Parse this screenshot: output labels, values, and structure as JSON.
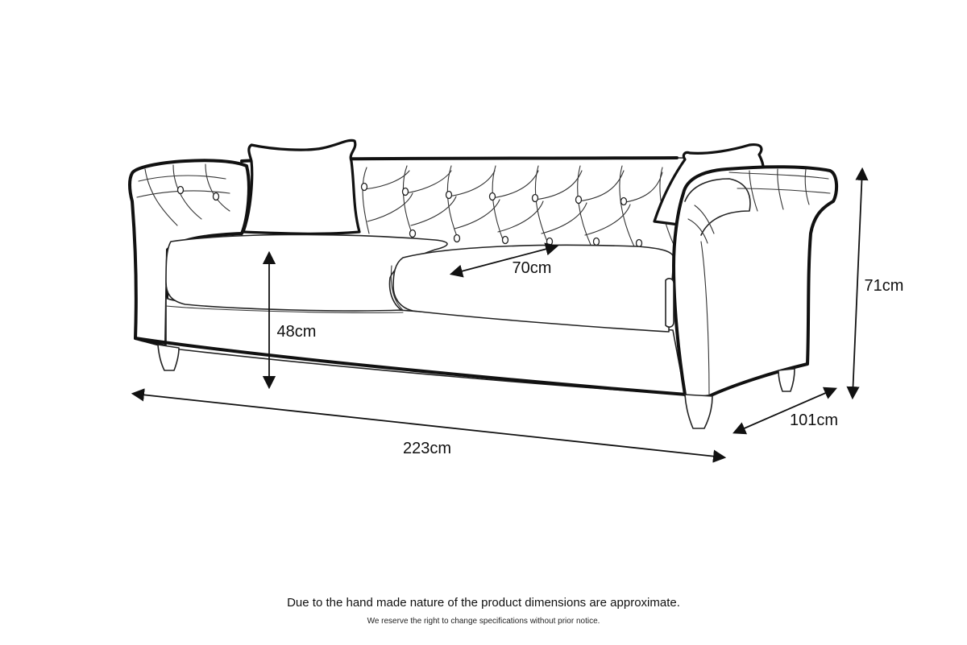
{
  "dimensions": {
    "width": "223cm",
    "height": "71cm",
    "depth": "101cm",
    "seat_height": "48cm",
    "seat_depth": "70cm"
  },
  "footnotes": {
    "approximate": "Due to the hand made nature of the product dimensions are approximate.",
    "reserve": "We reserve the right to change specifications without prior notice."
  },
  "colors": {
    "line": "#111111",
    "background": "#ffffff"
  }
}
